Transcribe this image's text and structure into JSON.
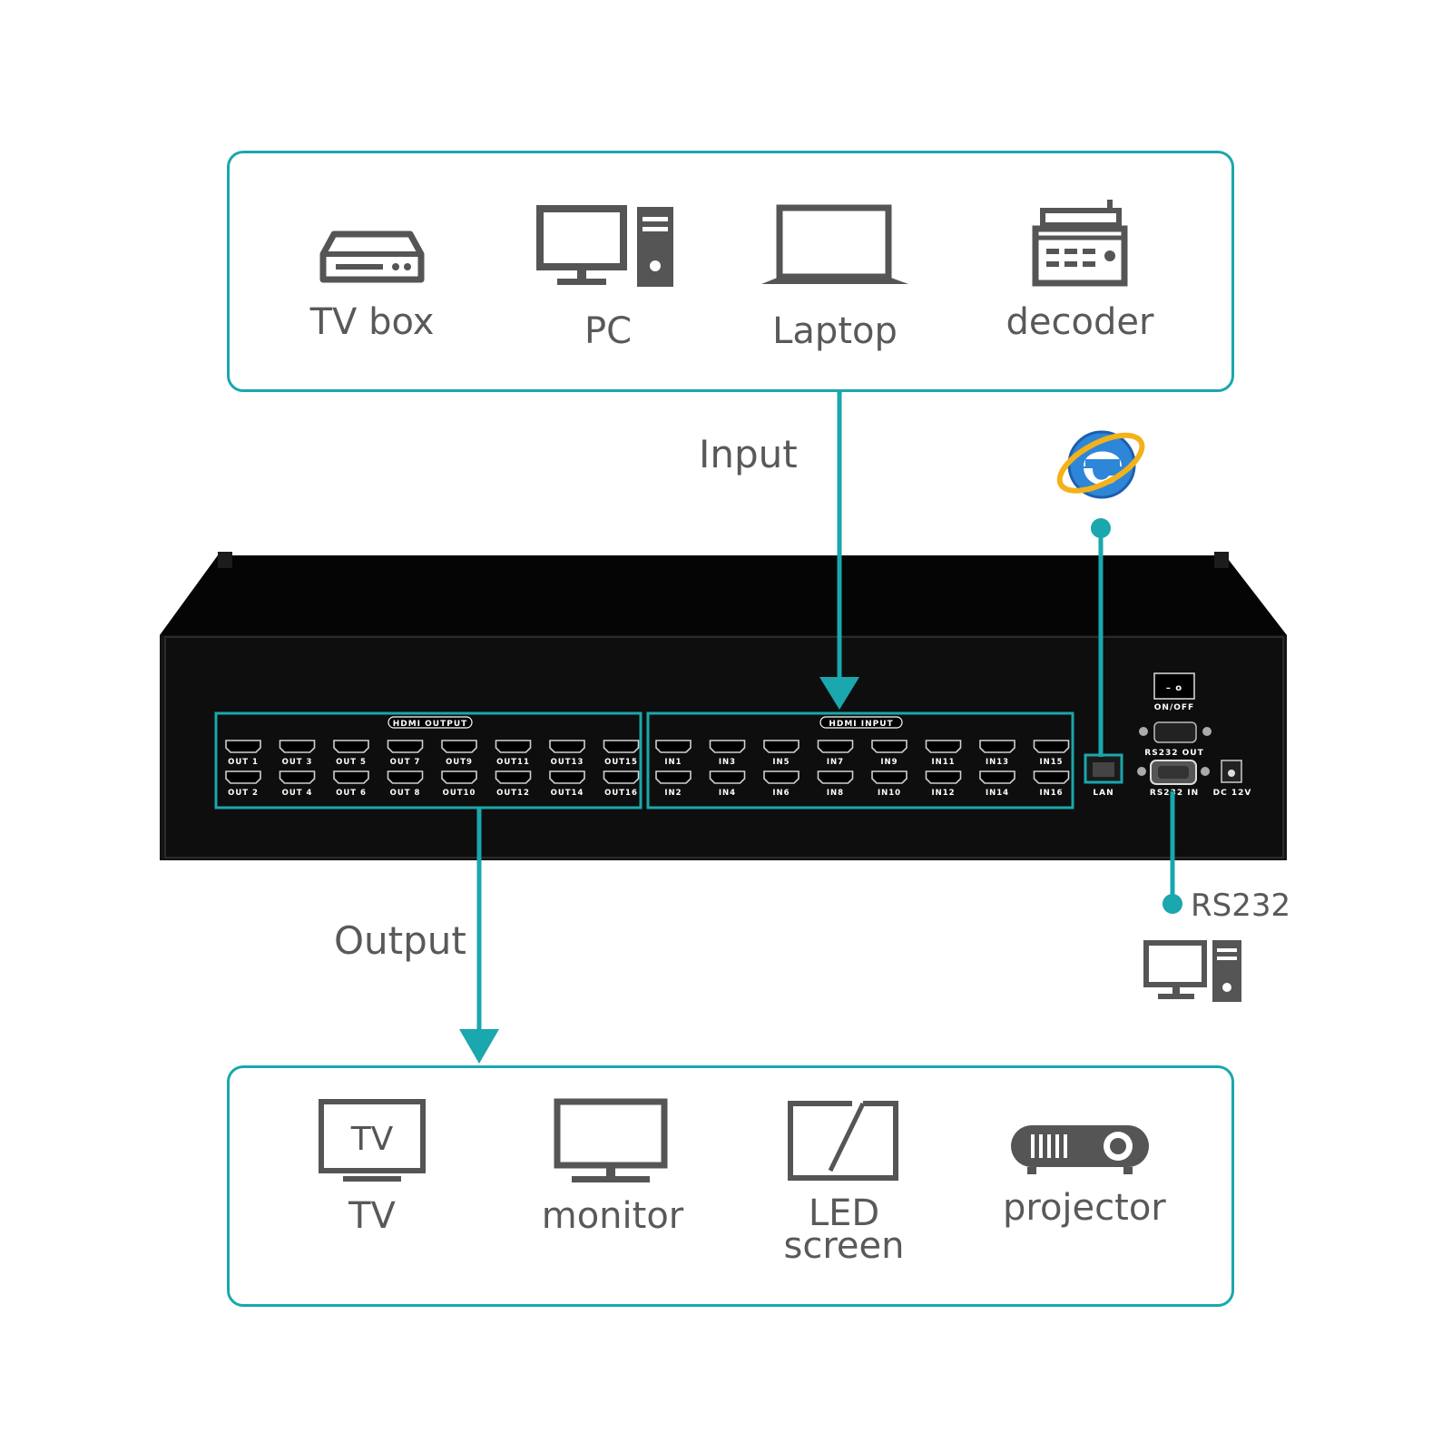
{
  "input_devices": [
    {
      "label": "TV box",
      "icon": "tv-box-icon"
    },
    {
      "label": "PC",
      "icon": "desktop-pc-icon"
    },
    {
      "label": "Laptop",
      "icon": "laptop-icon"
    },
    {
      "label": "decoder",
      "icon": "decoder-icon"
    }
  ],
  "output_devices": [
    {
      "label": "TV",
      "icon": "tv-icon",
      "icon_text": "TV"
    },
    {
      "label": "monitor",
      "icon": "monitor-icon"
    },
    {
      "label": "LED\nscreen",
      "icon": "led-screen-icon"
    },
    {
      "label": "projector",
      "icon": "projector-icon"
    }
  ],
  "flow": {
    "input_label": "Input",
    "output_label": "Output",
    "rs232_label": "RS232"
  },
  "control": {
    "browser_icon": "internet-explorer-icon",
    "pc_icon": "desktop-pc-icon"
  },
  "panel": {
    "hdmi_output_title": "HDMI OUTPUT",
    "hdmi_input_title": "HDMI INPUT",
    "outputs_top": [
      "OUT 1",
      "OUT 3",
      "OUT 5",
      "OUT 7",
      "OUT9",
      "OUT11",
      "OUT13",
      "OUT15"
    ],
    "outputs_bottom": [
      "OUT 2",
      "OUT 4",
      "OUT 6",
      "OUT 8",
      "OUT10",
      "OUT12",
      "OUT14",
      "OUT16"
    ],
    "inputs_top": [
      "IN1",
      "IN3",
      "IN5",
      "IN7",
      "IN9",
      "IN11",
      "IN13",
      "IN15"
    ],
    "inputs_bottom": [
      "IN2",
      "IN4",
      "IN6",
      "IN8",
      "IN10",
      "IN12",
      "IN14",
      "IN16"
    ],
    "lan_label": "LAN",
    "power_switch_label": "ON/OFF",
    "rs232_out_label": "RS232 OUT",
    "rs232_in_label": "RS232 IN",
    "dc_label": "DC 12V",
    "switch_symbols": "– o"
  },
  "colors": {
    "accent": "#1aa7ad",
    "icon_gray": "#555555",
    "chassis": "#111111"
  }
}
